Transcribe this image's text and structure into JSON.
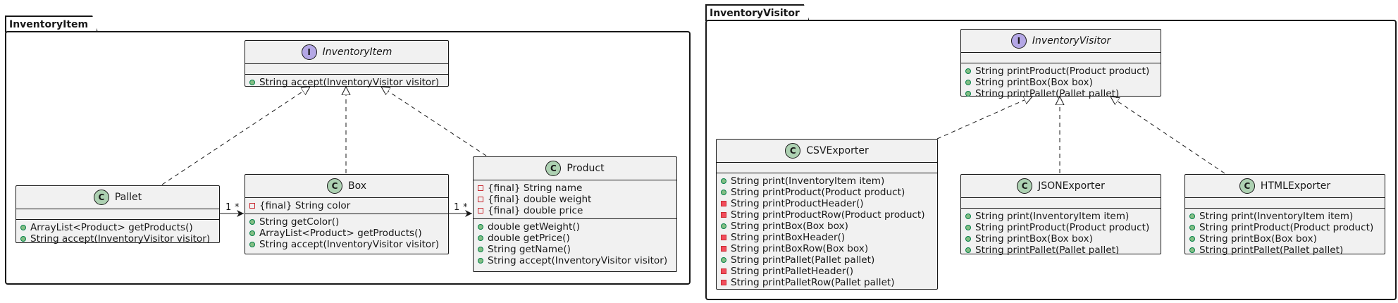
{
  "packages": {
    "left": {
      "name": "InventoryItem"
    },
    "right": {
      "name": "InventoryVisitor"
    }
  },
  "classes": {
    "inventory_item": {
      "kind": "I",
      "name": "InventoryItem",
      "fields": [],
      "methods": [
        {
          "vis": "public",
          "text": "String accept(InventoryVisitor visitor)"
        }
      ]
    },
    "pallet": {
      "kind": "C",
      "name": "Pallet",
      "fields": [],
      "methods": [
        {
          "vis": "public",
          "text": "ArrayList<Product> getProducts()"
        },
        {
          "vis": "public",
          "text": "String accept(InventoryVisitor visitor)"
        }
      ]
    },
    "box": {
      "kind": "C",
      "name": "Box",
      "fields": [
        {
          "vis": "private-field",
          "text": "{final} String color"
        }
      ],
      "methods": [
        {
          "vis": "public",
          "text": "String getColor()"
        },
        {
          "vis": "public",
          "text": "ArrayList<Product> getProducts()"
        },
        {
          "vis": "public",
          "text": "String accept(InventoryVisitor visitor)"
        }
      ]
    },
    "product": {
      "kind": "C",
      "name": "Product",
      "fields": [
        {
          "vis": "private-field",
          "text": "{final} String name"
        },
        {
          "vis": "private-field",
          "text": "{final} double weight"
        },
        {
          "vis": "private-field",
          "text": "{final} double price"
        }
      ],
      "methods": [
        {
          "vis": "public",
          "text": "double getWeight()"
        },
        {
          "vis": "public",
          "text": "double getPrice()"
        },
        {
          "vis": "public",
          "text": "String getName()"
        },
        {
          "vis": "public",
          "text": "String accept(InventoryVisitor visitor)"
        }
      ]
    },
    "inventory_visitor": {
      "kind": "I",
      "name": "InventoryVisitor",
      "fields": [],
      "methods": [
        {
          "vis": "public",
          "text": "String printProduct(Product product)"
        },
        {
          "vis": "public",
          "text": "String printBox(Box box)"
        },
        {
          "vis": "public",
          "text": "String printPallet(Pallet pallet)"
        }
      ]
    },
    "csv_exporter": {
      "kind": "C",
      "name": "CSVExporter",
      "fields": [],
      "methods": [
        {
          "vis": "public",
          "text": "String print(InventoryItem item)"
        },
        {
          "vis": "public",
          "text": "String printProduct(Product product)"
        },
        {
          "vis": "private",
          "text": "String printProductHeader()"
        },
        {
          "vis": "private",
          "text": "String printProductRow(Product product)"
        },
        {
          "vis": "public",
          "text": "String printBox(Box box)"
        },
        {
          "vis": "private",
          "text": "String printBoxHeader()"
        },
        {
          "vis": "private",
          "text": "String printBoxRow(Box box)"
        },
        {
          "vis": "public",
          "text": "String printPallet(Pallet pallet)"
        },
        {
          "vis": "private",
          "text": "String printPalletHeader()"
        },
        {
          "vis": "private",
          "text": "String printPalletRow(Pallet pallet)"
        }
      ]
    },
    "json_exporter": {
      "kind": "C",
      "name": "JSONExporter",
      "fields": [],
      "methods": [
        {
          "vis": "public",
          "text": "String print(InventoryItem item)"
        },
        {
          "vis": "public",
          "text": "String printProduct(Product product)"
        },
        {
          "vis": "public",
          "text": "String printBox(Box box)"
        },
        {
          "vis": "public",
          "text": "String printPallet(Pallet pallet)"
        }
      ]
    },
    "html_exporter": {
      "kind": "C",
      "name": "HTMLExporter",
      "fields": [],
      "methods": [
        {
          "vis": "public",
          "text": "String print(InventoryItem item)"
        },
        {
          "vis": "public",
          "text": "String printProduct(Product product)"
        },
        {
          "vis": "public",
          "text": "String printBox(Box box)"
        },
        {
          "vis": "public",
          "text": "String printPallet(Pallet pallet)"
        }
      ]
    }
  },
  "associations": [
    {
      "from": "Pallet",
      "to": "Box",
      "from_mult": "1",
      "to_mult": "*"
    },
    {
      "from": "Box",
      "to": "Product",
      "from_mult": "1",
      "to_mult": "*"
    }
  ],
  "realizations": [
    {
      "from": "Pallet",
      "to": "InventoryItem"
    },
    {
      "from": "Box",
      "to": "InventoryItem"
    },
    {
      "from": "Product",
      "to": "InventoryItem"
    },
    {
      "from": "CSVExporter",
      "to": "InventoryVisitor"
    },
    {
      "from": "JSONExporter",
      "to": "InventoryVisitor"
    },
    {
      "from": "HTMLExporter",
      "to": "InventoryVisitor"
    }
  ],
  "colors": {
    "class_fill": "#F1F1F1",
    "interface_badge": "#B4A7E5",
    "class_badge": "#ADD1B2",
    "public_marker": "#84BE84",
    "private_marker": "#F24D5C",
    "line": "#181818"
  }
}
